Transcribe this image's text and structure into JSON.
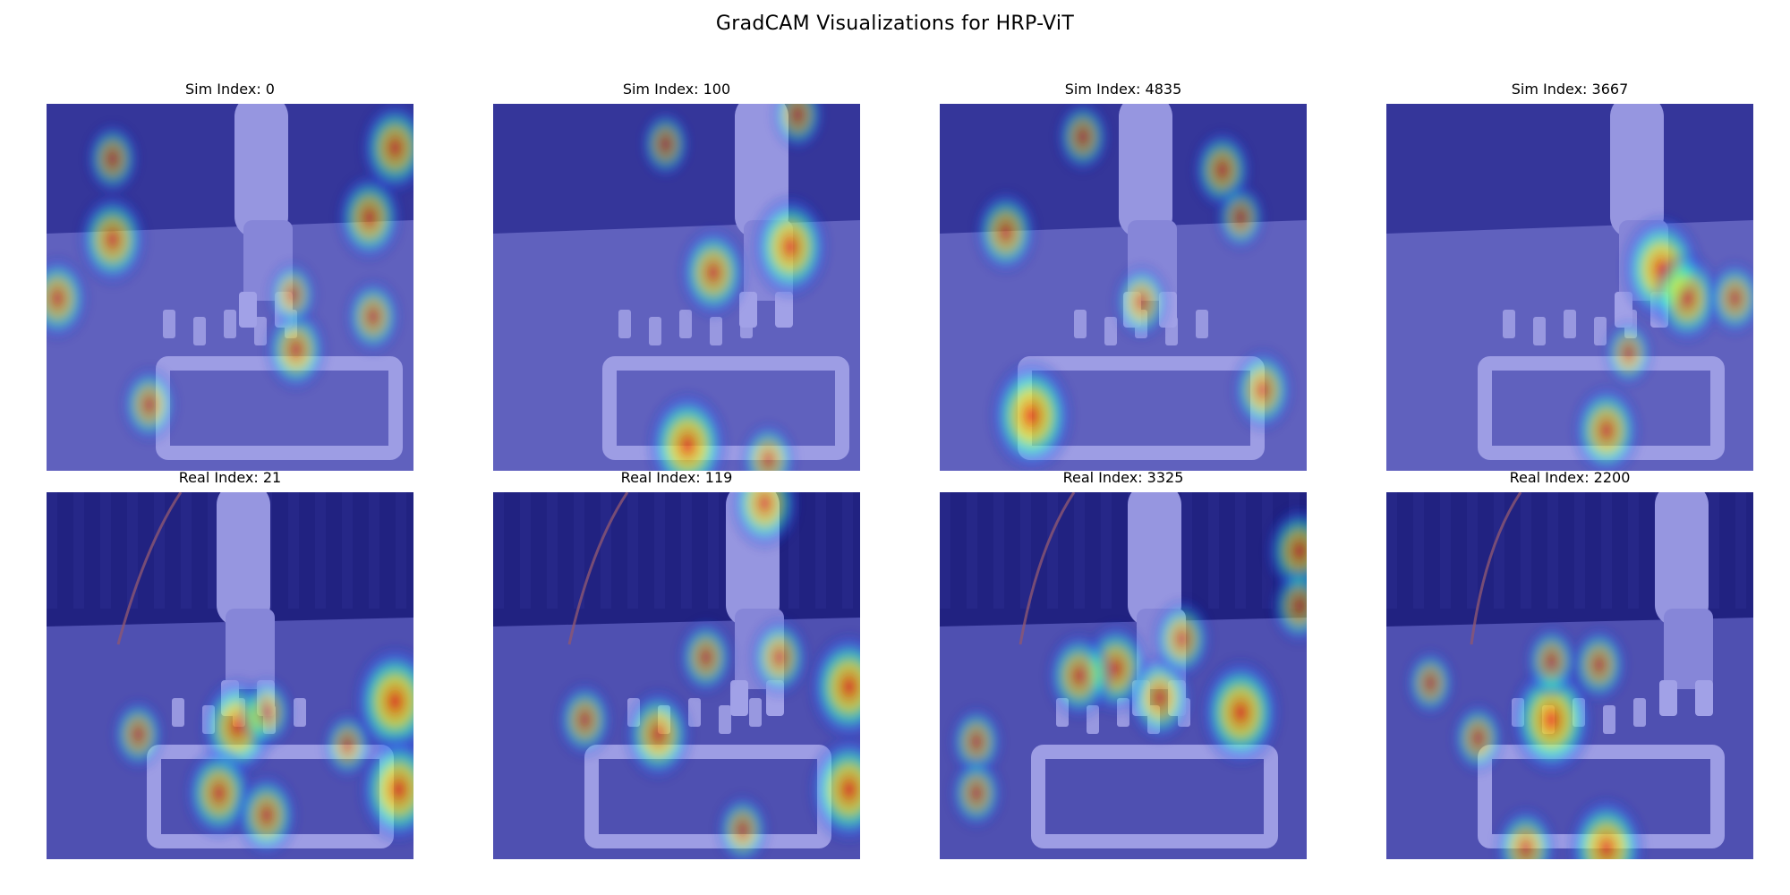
{
  "figure": {
    "suptitle": "GradCAM Visualizations for HRP-ViT"
  },
  "panels": [
    {
      "title": "Sim Index: 0",
      "domain": "sim",
      "scene": "sim-arm-center",
      "heat_spots": [
        [
          0.18,
          0.37,
          0.55
        ],
        [
          0.03,
          0.53,
          0.45
        ],
        [
          0.88,
          0.31,
          0.5
        ],
        [
          0.28,
          0.82,
          0.35
        ],
        [
          0.68,
          0.67,
          0.45
        ],
        [
          0.89,
          0.58,
          0.35
        ],
        [
          0.95,
          0.12,
          0.55
        ],
        [
          0.18,
          0.15,
          0.3
        ],
        [
          0.67,
          0.52,
          0.25
        ]
      ]
    },
    {
      "title": "Sim Index: 100",
      "domain": "sim",
      "scene": "sim-arm-right",
      "heat_spots": [
        [
          0.81,
          0.39,
          0.7
        ],
        [
          0.6,
          0.46,
          0.55
        ],
        [
          0.53,
          0.93,
          0.75
        ],
        [
          0.75,
          0.97,
          0.35
        ],
        [
          0.47,
          0.11,
          0.25
        ],
        [
          0.83,
          0.03,
          0.3
        ]
      ]
    },
    {
      "title": "Sim Index: 4835",
      "domain": "sim",
      "scene": "sim-arm-side",
      "heat_spots": [
        [
          0.25,
          0.85,
          0.8
        ],
        [
          0.88,
          0.78,
          0.45
        ],
        [
          0.18,
          0.35,
          0.45
        ],
        [
          0.55,
          0.54,
          0.35
        ],
        [
          0.77,
          0.18,
          0.4
        ],
        [
          0.39,
          0.09,
          0.3
        ],
        [
          0.82,
          0.31,
          0.25
        ]
      ]
    },
    {
      "title": "Sim Index: 3667",
      "domain": "sim",
      "scene": "sim-arm-far-right",
      "heat_spots": [
        [
          0.75,
          0.45,
          0.75
        ],
        [
          0.82,
          0.53,
          0.55
        ],
        [
          0.6,
          0.89,
          0.55
        ],
        [
          0.95,
          0.53,
          0.35
        ],
        [
          0.66,
          0.68,
          0.25
        ]
      ]
    },
    {
      "title": "Real Index: 21",
      "domain": "real",
      "scene": "real-arm-center",
      "heat_spots": [
        [
          0.95,
          0.57,
          0.8
        ],
        [
          0.96,
          0.81,
          0.75
        ],
        [
          0.52,
          0.64,
          0.65
        ],
        [
          0.47,
          0.82,
          0.55
        ],
        [
          0.6,
          0.88,
          0.45
        ],
        [
          0.25,
          0.66,
          0.3
        ],
        [
          0.6,
          0.6,
          0.3
        ],
        [
          0.82,
          0.69,
          0.25
        ]
      ]
    },
    {
      "title": "Real Index: 119",
      "domain": "real",
      "scene": "real-arm-right",
      "heat_spots": [
        [
          0.97,
          0.53,
          0.75
        ],
        [
          0.97,
          0.81,
          0.75
        ],
        [
          0.45,
          0.66,
          0.55
        ],
        [
          0.58,
          0.45,
          0.35
        ],
        [
          0.78,
          0.45,
          0.4
        ],
        [
          0.74,
          0.03,
          0.55
        ],
        [
          0.25,
          0.62,
          0.35
        ],
        [
          0.68,
          0.92,
          0.3
        ]
      ]
    },
    {
      "title": "Real Index: 3325",
      "domain": "real",
      "scene": "real-arm-grasp",
      "heat_spots": [
        [
          0.82,
          0.6,
          0.75
        ],
        [
          0.48,
          0.48,
          0.55
        ],
        [
          0.6,
          0.56,
          0.5
        ],
        [
          0.38,
          0.5,
          0.5
        ],
        [
          0.66,
          0.4,
          0.4
        ],
        [
          0.1,
          0.68,
          0.3
        ],
        [
          0.1,
          0.82,
          0.3
        ],
        [
          0.98,
          0.16,
          0.5
        ],
        [
          0.98,
          0.31,
          0.35
        ]
      ]
    },
    {
      "title": "Real Index: 2200",
      "domain": "real",
      "scene": "real-arm-lifted",
      "heat_spots": [
        [
          0.45,
          0.62,
          0.8
        ],
        [
          0.6,
          0.97,
          0.7
        ],
        [
          0.38,
          0.97,
          0.45
        ],
        [
          0.58,
          0.47,
          0.35
        ],
        [
          0.45,
          0.46,
          0.3
        ],
        [
          0.25,
          0.67,
          0.3
        ],
        [
          0.12,
          0.52,
          0.25
        ]
      ]
    }
  ]
}
